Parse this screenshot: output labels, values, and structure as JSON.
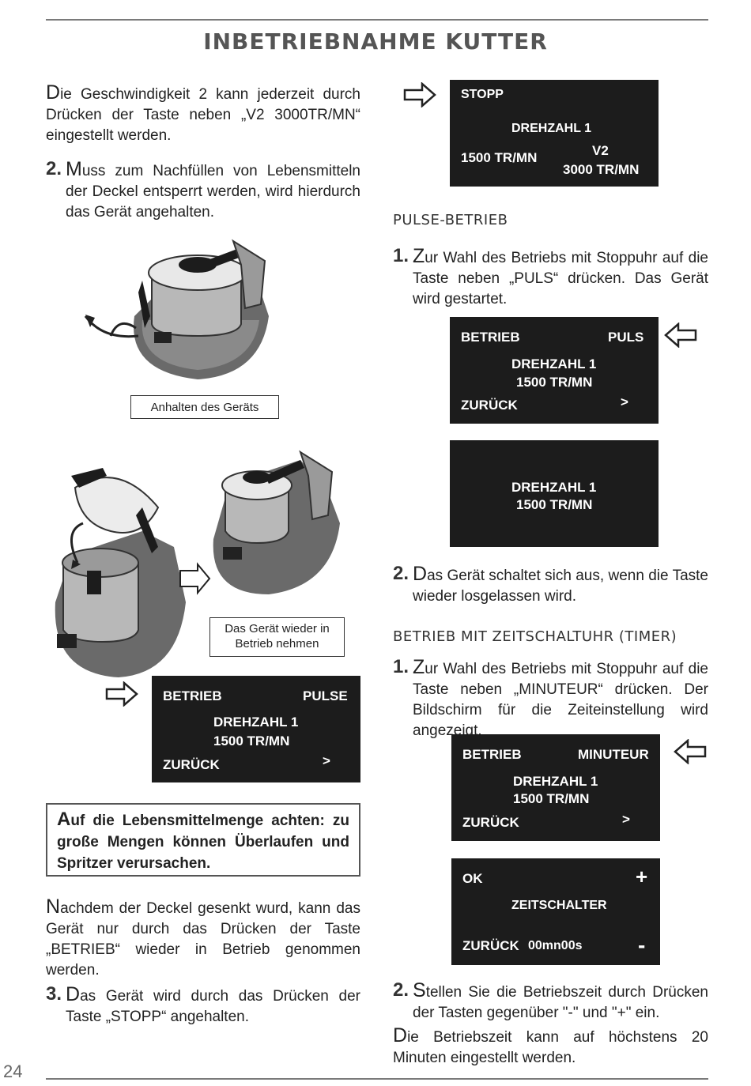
{
  "page": {
    "title": "INBETRIEBNAHME KUTTER",
    "number": "24"
  },
  "left": {
    "intro": {
      "cap": "D",
      "text": "ie Geschwindigkeit 2 kann jederzeit durch Drücken der Taste neben „V2 3000TR/MN“ eingestellt werden."
    },
    "step2": {
      "num": "2.",
      "cap": "M",
      "text": "uss zum Nachfüllen von Lebensmitteln der Deckel entsperrt werden, wird hierdurch das Gerät angehalten."
    },
    "caption_stop": "Anhalten des Geräts",
    "caption_restart": "Das Gerät wieder in Betrieb nehmen",
    "screen_betrieb_pulse": {
      "betrieb": "BETRIEB",
      "mode": "PULSE",
      "speed": "DREHZAHL 1",
      "rpm": "1500 TR/MN",
      "back": "ZURÜCK",
      "arrow": ">"
    },
    "warning": {
      "cap": "A",
      "text": "uf die Lebensmittelmenge achten: zu große Mengen können Überlaufen und Spritzer verursachen."
    },
    "after": {
      "cap": "N",
      "text": "achdem der Deckel gesenkt wurd, kann das Gerät nur durch das Drücken der Taste „BETRIEB“ wieder in Betrieb genommen werden."
    },
    "step3": {
      "num": "3.",
      "cap": "D",
      "text": "as Gerät wird durch das Drücken der Taste „STOPP“ angehalten."
    }
  },
  "right": {
    "screen_stop": {
      "stop": "STOPP",
      "speed": "DREHZAHL 1",
      "rpm": "1500 TR/MN",
      "v2": "V2",
      "v2_rpm": "3000 TR/MN"
    },
    "pulse_heading": "PULSE-BETRIEB",
    "pulse_step1": {
      "num": "1.",
      "cap": "Z",
      "text": "ur Wahl des Betriebs mit Stoppuhr auf die Taste neben „PULS“ drücken. Das Gerät wird gestartet."
    },
    "screen_puls": {
      "betrieb": "BETRIEB",
      "mode": "PULS",
      "speed": "DREHZAHL 1",
      "rpm": "1500 TR/MN",
      "back": "ZURÜCK",
      "arrow": ">"
    },
    "screen_speed_only": {
      "speed": "DREHZAHL 1",
      "rpm": "1500 TR/MN"
    },
    "pulse_step2": {
      "num": "2.",
      "cap": "D",
      "text": "as Gerät schaltet sich aus, wenn die Taste wieder losgelassen wird."
    },
    "timer_heading": "BETRIEB MIT ZEITSCHALTUHR (TIMER)",
    "timer_step1": {
      "num": "1.",
      "cap": "Z",
      "text": "ur Wahl des Betriebs mit Stoppuhr auf die Taste neben „MINUTEUR“ drücken. Der Bildschirm für die Zeiteinstellung wird angezeigt."
    },
    "screen_minuteur": {
      "betrieb": "BETRIEB",
      "mode": "MINUTEUR",
      "speed": "DREHZAHL 1",
      "rpm": "1500 TR/MN",
      "back": "ZURÜCK",
      "arrow": ">"
    },
    "screen_timer": {
      "ok": "OK",
      "plus": "+",
      "label": "ZEITSCHALTER",
      "back": "ZURÜCK",
      "time": "00mn00s",
      "minus": "-"
    },
    "timer_step2": {
      "num": "2.",
      "cap": "S",
      "text": "tellen Sie die Betriebszeit durch Drücken der Tasten gegenüber \"-\" und \"+\" ein."
    },
    "final": {
      "cap": "D",
      "text": "ie Betriebszeit kann auf höchstens 20 Minuten eingestellt werden."
    }
  }
}
